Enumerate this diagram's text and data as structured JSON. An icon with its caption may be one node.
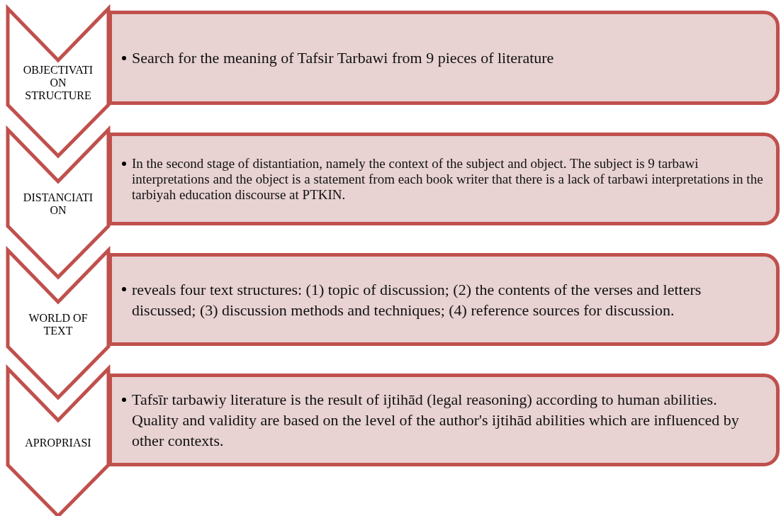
{
  "diagram": {
    "nodes": [
      {
        "text": [
          "OBJECTIVATI ON STRUCTURE"
        ]
      },
      {
        "text": [
          "Search for the meaning of Tafsir Tarbawi from 9 pieces of literature"
        ]
      },
      {
        "text": [
          "DISTANCIATI ON"
        ]
      },
      {
        "text": [
          "In the second stage of distantiation, namely the context of the subject and object. The subject is 9 tarbawi interpretations and the object is a statement from each book writer that there is a lack of tarbawi interpretations in the tarbiyah education discourse at PTKIN."
        ]
      },
      {
        "text": [
          "WORLD OF TEXT"
        ]
      },
      {
        "text": [
          "reveals four text structures: (1) topic of discussion; (2) the contents of the verses and letters discussed; (3) discussion methods and techniques; (4) reference sources for discussion."
        ]
      },
      {
        "text": [
          "APROPRIASI"
        ]
      },
      {
        "text": [
          "Tafsīr tarbawiy literature is the result of ijtihād (legal reasoning) according to human abilities. Quality and validity are based on the level of the author's ijtihād abilities which are influenced by other contexts."
        ]
      }
    ]
  }
}
